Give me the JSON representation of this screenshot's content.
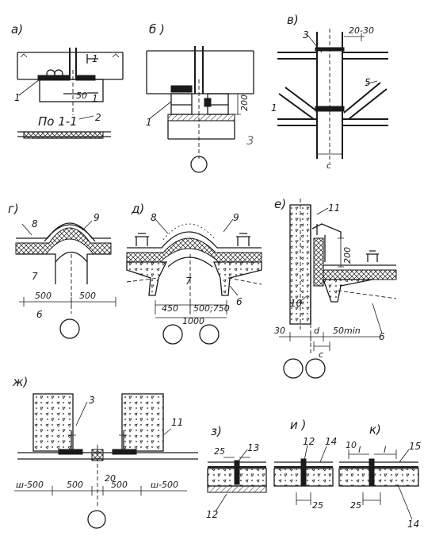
{
  "panels": {
    "a": {
      "heading": "а)",
      "labels": [
        "1",
        "1",
        "1",
        "2"
      ],
      "dims": [
        "50"
      ],
      "section_label": "По 1-1"
    },
    "b": {
      "heading": "б )",
      "labels": [
        "1"
      ],
      "dims": [
        "200"
      ],
      "side_number": "3"
    },
    "v": {
      "heading": "в)",
      "labels": [
        "3",
        "5",
        "1"
      ],
      "dims": [
        "20-30",
        "с"
      ]
    },
    "g": {
      "heading": "г)",
      "labels": [
        "8",
        "9",
        "7",
        "6"
      ],
      "dims": [
        "500",
        "500"
      ]
    },
    "d": {
      "heading": "д)",
      "labels": [
        "8",
        "9",
        "7",
        "6"
      ],
      "dims": [
        "450",
        "500;750",
        "1000"
      ]
    },
    "e": {
      "heading": "е)",
      "labels": [
        "11",
        "10",
        "6"
      ],
      "dims": [
        "200",
        "30",
        "d",
        "50min",
        "с"
      ]
    },
    "zh": {
      "heading": "ж)",
      "labels": [
        "3",
        "11"
      ],
      "dims": [
        "ш-500",
        "500",
        "20",
        "500",
        "ш-500"
      ]
    },
    "z": {
      "heading": "з)",
      "labels": [
        "13",
        "12"
      ],
      "dims": [
        "25"
      ]
    },
    "i": {
      "heading": "и )",
      "labels": [
        "12",
        "14"
      ],
      "dims": [
        "25"
      ]
    },
    "k": {
      "heading": "к)",
      "labels": [
        "15",
        "14"
      ],
      "dims": [
        "10",
        "l",
        "l",
        "25"
      ]
    }
  }
}
